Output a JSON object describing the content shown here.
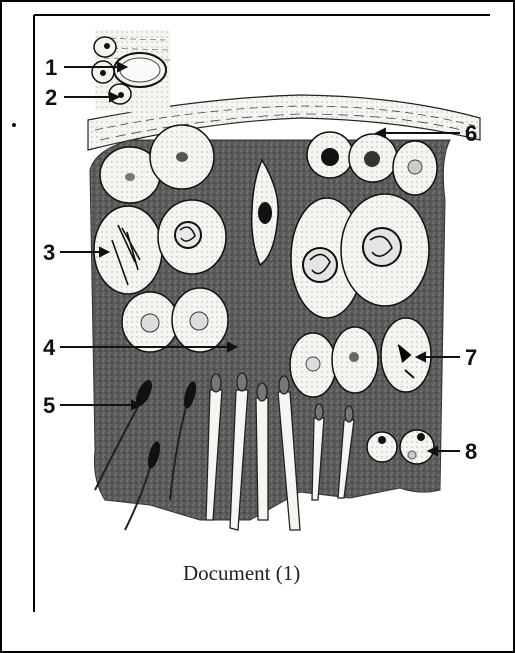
{
  "diagram": {
    "caption": "Document (1)",
    "labels": [
      "1",
      "2",
      "3",
      "4",
      "5",
      "6",
      "7",
      "8"
    ],
    "colors": {
      "tissue": "#555555",
      "cell_fill": "#f3f3ef",
      "ink": "#111111",
      "border": "#000000"
    }
  }
}
